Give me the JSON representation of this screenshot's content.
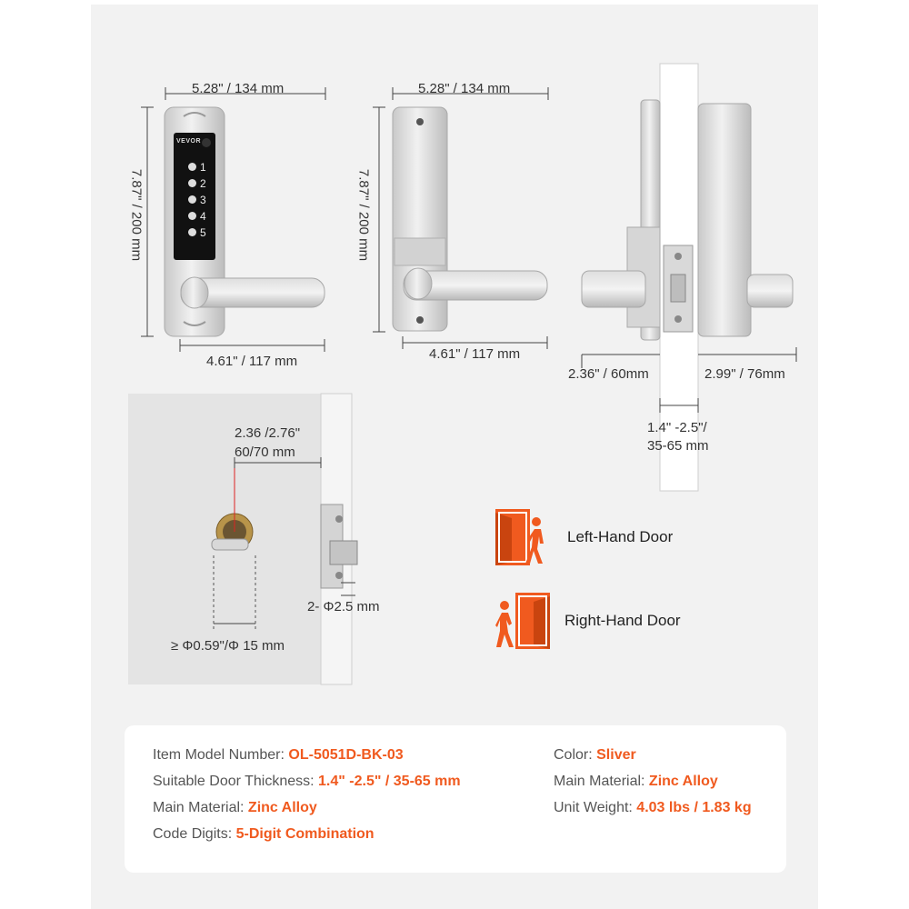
{
  "dimensions": {
    "front": {
      "width_top": "5.28\" / 134 mm",
      "height": "7.87\" / 200 mm",
      "width_bottom": "4.61\" / 117 mm"
    },
    "back": {
      "width_top": "5.28\" / 134 mm",
      "height": "7.87\" / 200 mm",
      "width_bottom": "4.61\" / 117 mm"
    },
    "side": {
      "outer": "2.36\" / 60mm",
      "inner": "2.99\" / 76mm",
      "thickness_line1": "1.4\" -2.5\"/",
      "thickness_line2": "35-65 mm"
    },
    "install": {
      "backset_line1": "2.36 /2.76\"",
      "backset_line2": "60/70 mm",
      "screw": "2- Φ2.5 mm",
      "hole": "≥ Φ0.59\"/Φ 15 mm"
    }
  },
  "keypad": {
    "brand": "VEVOR",
    "keys": [
      "1",
      "2",
      "3",
      "4",
      "5"
    ]
  },
  "doors": {
    "left": "Left-Hand Door",
    "right": "Right-Hand Door",
    "icon_color": "#f05a1f"
  },
  "specs": {
    "model": {
      "label": "Item Model Number: ",
      "value": "OL-5051D-BK-03"
    },
    "thickness": {
      "label": "Suitable Door Thickness: ",
      "value": "1.4\" -2.5\" / 35-65 mm"
    },
    "material_left": {
      "label": "Main Material: ",
      "value": "Zinc Alloy"
    },
    "digits": {
      "label": "Code Digits: ",
      "value": "5-Digit Combination"
    },
    "color": {
      "label": "Color: ",
      "value": "Sliver"
    },
    "material_right": {
      "label": "Main Material:  ",
      "value": "Zinc Alloy"
    },
    "weight": {
      "label": "Unit Weight: ",
      "value": "4.03 lbs / 1.83 kg"
    }
  },
  "accent_color": "#f05a1f"
}
